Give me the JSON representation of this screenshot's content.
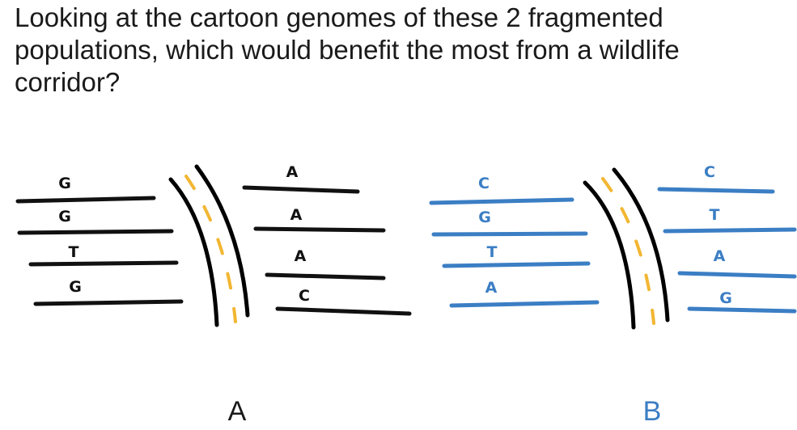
{
  "question": "Looking at the cartoon genomes of these 2 fragmented populations, which would benefit the most from a wildlife corridor?",
  "colors": {
    "panel_a_ink": "#111111",
    "panel_b_ink": "#3b7ec4",
    "road_edge": "#000000",
    "road_center_dash": "#f2b632",
    "label_a": "#1a1a1a",
    "label_b": "#3b7ec4"
  },
  "panels": [
    {
      "label": "A",
      "left_population": [
        "G",
        "G",
        "T",
        "G"
      ],
      "right_population": [
        "A",
        "A",
        "A",
        "C"
      ]
    },
    {
      "label": "B",
      "left_population": [
        "C",
        "G",
        "T",
        "A"
      ],
      "right_population": [
        "C",
        "T",
        "A",
        "G"
      ]
    }
  ]
}
